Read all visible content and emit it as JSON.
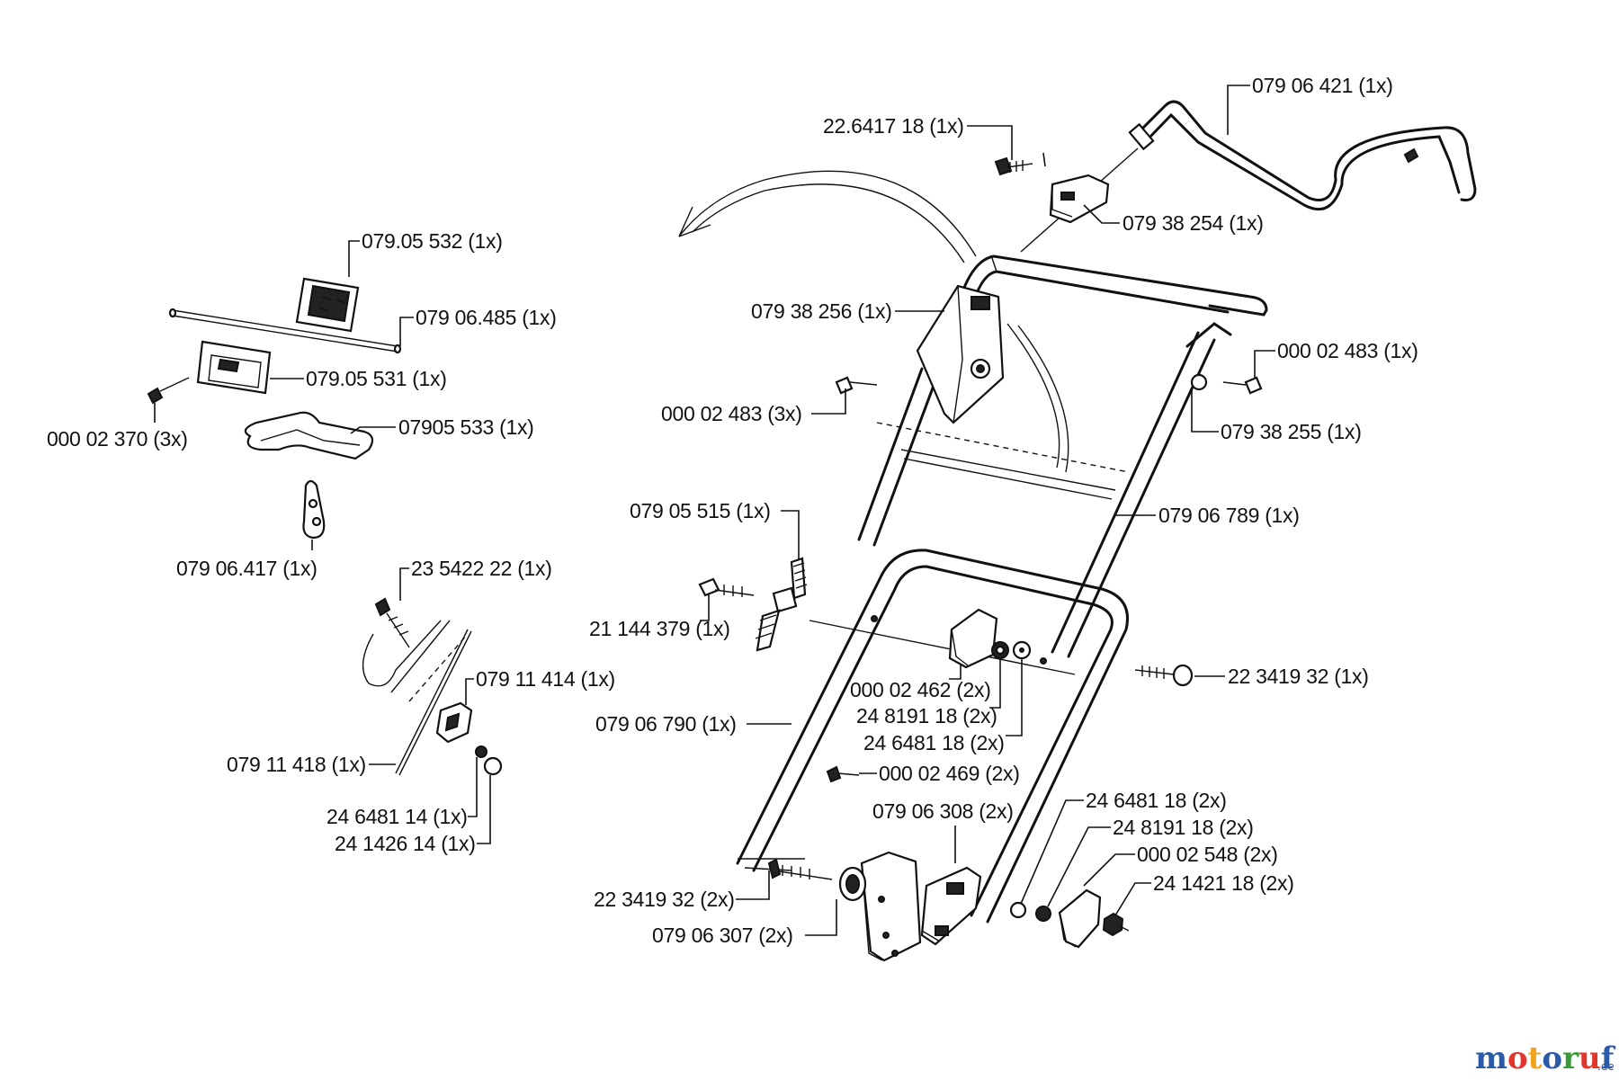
{
  "labels": {
    "p1": "079 06 421 (1x)",
    "p2": "22.6417 18 (1x)",
    "p3": "079 38 254 (1x)",
    "p4": "079.05 532  (1x)",
    "p5": "079 06.485  (1x)",
    "p6": "079.05 531  (1x)",
    "p7": "000 02 370 (3x)",
    "p8": "07905 533  (1x)",
    "p9": "079 06.417   (1x)",
    "p10": "079 38 256 (1x)",
    "p11": "000 02 483 (1x)",
    "p12": "000 02 483 (3x)",
    "p13": "079 38 255 (1x)",
    "p14": "079 06 789  (1x)",
    "p15": "079 05 515   (1x)",
    "p16": "21 144 379 (1x)",
    "p17": "23 5422 22 (1x)",
    "p18": "079 11 414  (1x)",
    "p19": "079 11 418  (1x)",
    "p20": "24 6481 14  (1x)",
    "p21": "24 1426 14 (1x)",
    "p22": "000 02 462 (2x)",
    "p23": "24 8191 18  (2x)",
    "p24": "24 6481 18  (2x)",
    "p25": "22 3419 32  (1x)",
    "p26": "079 06 790  (1x)",
    "p27": "000 02 469 (2x)",
    "p28": "079 06 308 (2x)",
    "p29": "24 6481 18  (2x)",
    "p30": "24 8191 18 (2x)",
    "p31": "000 02 548 (2x)",
    "p32": "24 1421 18 (2x)",
    "p33": "22 3419 32  (2x)",
    "p34": "079 06 307 (2x)"
  },
  "watermark": {
    "brand": "motoruf",
    "suffix": ".de",
    "colors": [
      "#2a5aa8",
      "#e0362c",
      "#f2a31b",
      "#2a5aa8",
      "#3a9a3a",
      "#e0362c",
      "#2a5aa8"
    ]
  }
}
